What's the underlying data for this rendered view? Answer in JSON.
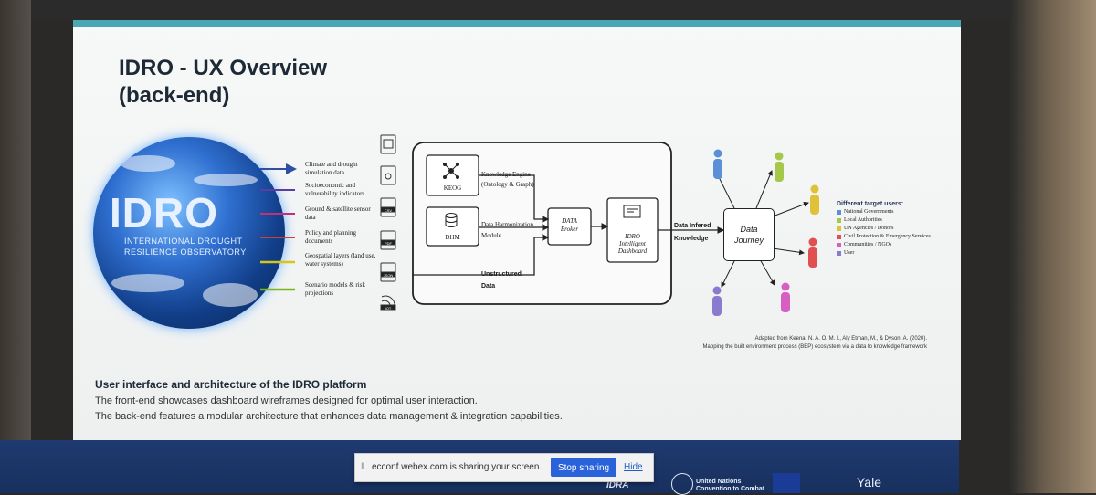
{
  "slide": {
    "title_line1": "IDRO - UX Overview",
    "title_line2": "(back-end)",
    "globe": {
      "title": "IDRO",
      "subtitle_line1": "INTERNATIONAL DROUGHT",
      "subtitle_line2": "RESILIENCE OBSERVATORY"
    },
    "sources": [
      {
        "label": "Climate and drought simulation data",
        "color": "#2f4fa0",
        "icon": "monitor-file-icon"
      },
      {
        "label": "Socioeconomic and vulnerability indicators",
        "color": "#5a3fa0",
        "icon": "image-file-icon"
      },
      {
        "label": "Ground & satellite sensor data",
        "color": "#c2307a",
        "icon": "csv-file-icon",
        "tag": "CSV"
      },
      {
        "label": "Policy and planning documents",
        "color": "#d0402e",
        "icon": "pdf-file-icon",
        "tag": "PDF"
      },
      {
        "label": "Geospatial layers (land use, water systems)",
        "color": "#d7c61a",
        "icon": "json-file-icon",
        "tag": "JSON"
      },
      {
        "label": "Scenario models & risk projections",
        "color": "#7ab51e",
        "icon": "sensor-signal-icon",
        "tag": "IOT"
      }
    ],
    "diagram": {
      "keog_label": "KEOG",
      "dhm_label": "DHM",
      "broker_label_1": "DATA",
      "broker_label_2": "Broker",
      "dashboard_label_1": "IDRO",
      "dashboard_label_2": "Intelligent",
      "dashboard_label_3": "Dashboard",
      "edge_knowledge_1": "Knowledge Engine",
      "edge_knowledge_2": "(Ontology & Graph)",
      "edge_harmonization_1": "Data Harmonization",
      "edge_harmonization_2": "Module",
      "edge_unstructured_1": "Unstructured",
      "edge_unstructured_2": "Data",
      "edge_inferred_1": "Data Infered",
      "edge_inferred_2": "Knowledge",
      "journey_1": "Data",
      "journey_2": "Journey"
    },
    "legend": {
      "title": "Different target users:",
      "items": [
        {
          "label": "National Governments",
          "color": "#5b8fd6"
        },
        {
          "label": "Local Authorities",
          "color": "#a6c84a"
        },
        {
          "label": "UN Agencies / Donors",
          "color": "#e0c23a"
        },
        {
          "label": "Civil Protection & Emergency Services",
          "color": "#e05050"
        },
        {
          "label": "Communities / NGOs",
          "color": "#d85fc2"
        },
        {
          "label": "User",
          "color": "#8a7ad0"
        }
      ]
    },
    "citation_line1": "Adapted from Keena, N. A. O. M. I., Aly Etman, M., & Dyson, A. (2020).",
    "citation_line2": "Mapping the built environment process (BEP) ecosystem via a data to knowledge framework",
    "caption_title": "User interface and architecture of the IDRO platform",
    "caption_line1": "The front-end showcases dashboard wireframes designed for optimal user interaction.",
    "caption_line2": "The back-end features a modular architecture that enhances data management & integration capabilities."
  },
  "share_bar": {
    "message": "ecconf.webex.com is sharing your screen.",
    "stop_label": "Stop sharing",
    "hide_label": "Hide"
  },
  "footer": {
    "idro_mark": "IDRA",
    "un_line1": "United Nations",
    "un_line2": "Convention to Combat",
    "partner": "Yale"
  }
}
